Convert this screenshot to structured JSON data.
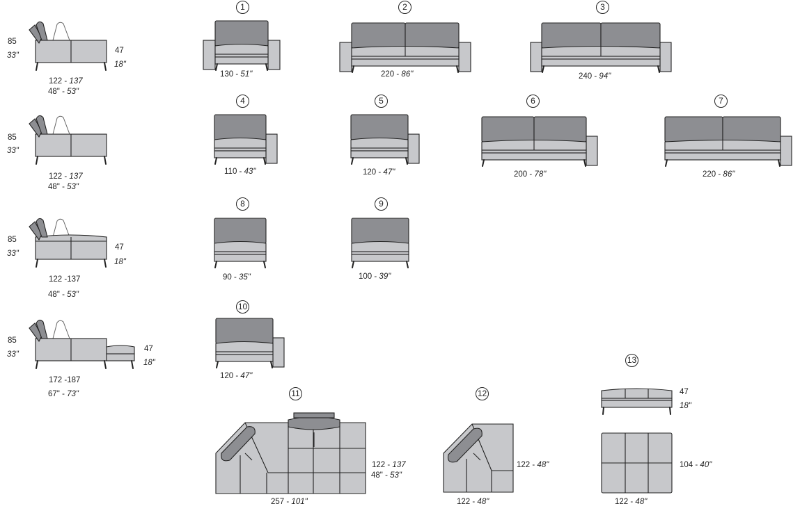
{
  "side_views": [
    {
      "height_cm": "85",
      "height_in": "33\"",
      "seat_cm": "47",
      "seat_in": "18\"",
      "width_cm_a": "122 - ",
      "width_cm_b": "137",
      "width_in_a": "48\" - ",
      "width_in_b": "53\""
    },
    {
      "height_cm": "85",
      "height_in": "33\"",
      "seat_cm": "",
      "seat_in": "",
      "width_cm_a": "122 - ",
      "width_cm_b": "137",
      "width_in_a": "48\" - ",
      "width_in_b": "53\""
    },
    {
      "height_cm": "85",
      "height_in": "33\"",
      "seat_cm": "47",
      "seat_in": "18\"",
      "width_cm_a": "122 -137",
      "width_cm_b": "",
      "width_in_a": "48\" - ",
      "width_in_b": "53\""
    },
    {
      "height_cm": "85",
      "height_in": "33\"",
      "seat_cm": "47",
      "seat_in": "18\"",
      "width_cm_a": "172 -187",
      "width_cm_b": "",
      "width_in_a": "67\" - ",
      "width_in_b": "73\""
    }
  ],
  "modules": [
    {
      "number": "1",
      "cm": "130 - ",
      "in": "51\""
    },
    {
      "number": "2",
      "cm": "220 - ",
      "in": "86\""
    },
    {
      "number": "3",
      "cm": "240 - ",
      "in": "94\""
    },
    {
      "number": "4",
      "cm": "110 - ",
      "in": "43\""
    },
    {
      "number": "5",
      "cm": "120 - ",
      "in": "47\""
    },
    {
      "number": "6",
      "cm": "200 - ",
      "in": "78\""
    },
    {
      "number": "7",
      "cm": "220 - ",
      "in": "86\""
    },
    {
      "number": "8",
      "cm": "90 - ",
      "in": "35\""
    },
    {
      "number": "9",
      "cm": "100 - ",
      "in": "39\""
    },
    {
      "number": "10",
      "cm": "120 - ",
      "in": "47\""
    },
    {
      "number": "11",
      "cm": "257 - ",
      "in": "101\"",
      "depth_cm_a": "122 - ",
      "depth_cm_b": "137",
      "depth_in_a": "48\" - ",
      "depth_in_b": "53\""
    },
    {
      "number": "12",
      "cm": "122 - ",
      "in": "48\"",
      "depth_cm_a": "122 - ",
      "depth_in": "48\""
    },
    {
      "number": "13",
      "cm": "122 - ",
      "in": "48\"",
      "depth_cm_a": "104 - ",
      "depth_in": "40\"",
      "seat_cm": "47",
      "seat_in": "18\""
    }
  ],
  "colors": {
    "upholstery": "#c7c8cb",
    "backrest": "#8d8e92",
    "outline": "#222222"
  }
}
